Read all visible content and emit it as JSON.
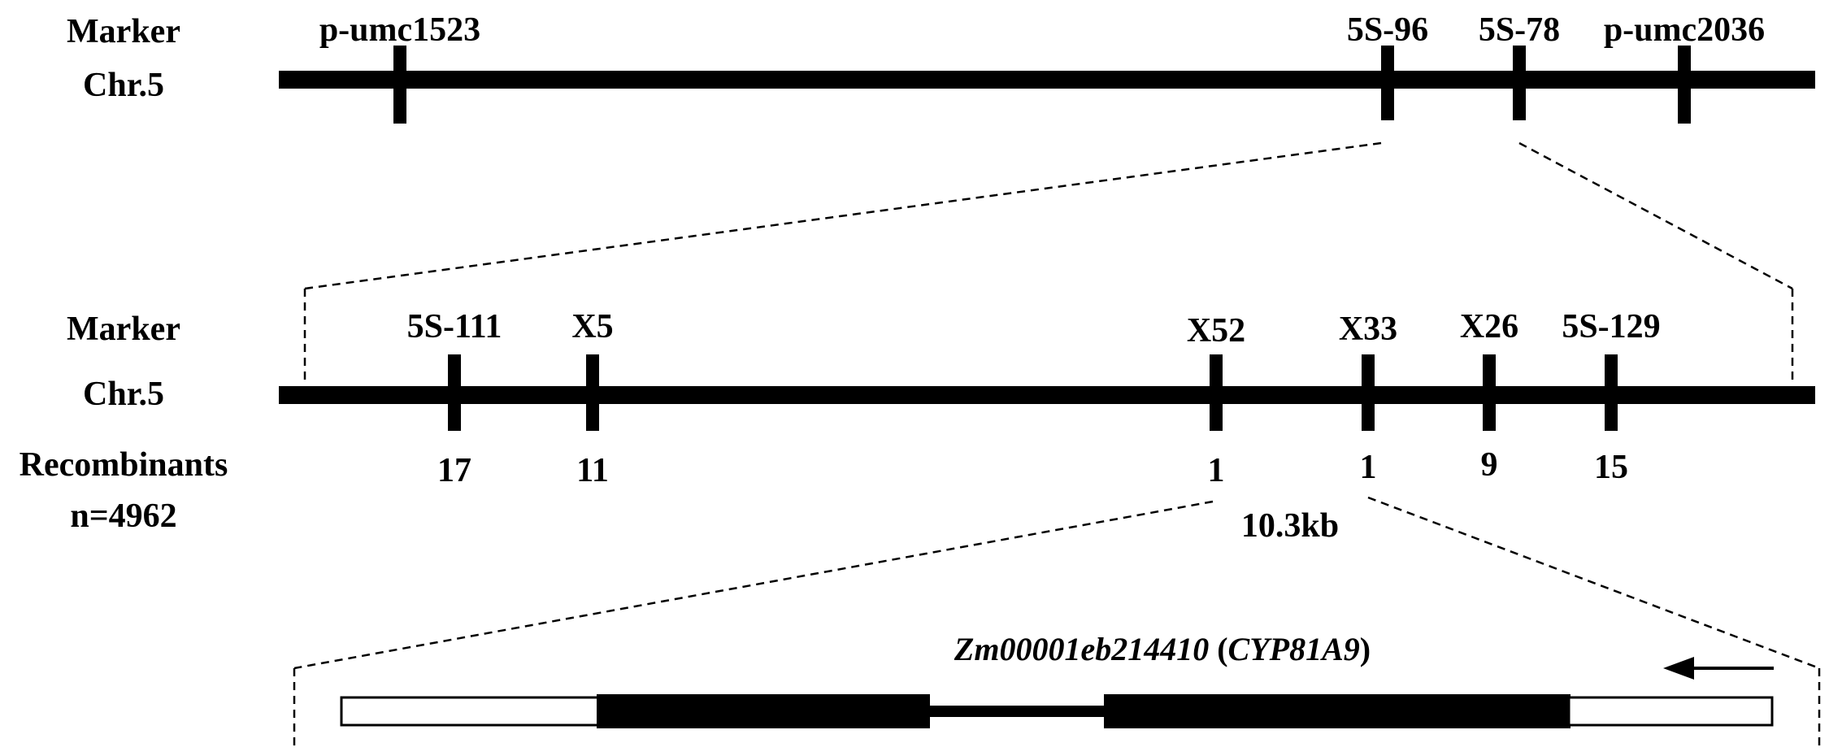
{
  "track1": {
    "row_label_marker": "Marker",
    "row_label_chr": "Chr.5",
    "markers": [
      "p-umc1523",
      "5S-96",
      "5S-78",
      "p-umc2036"
    ]
  },
  "track2": {
    "row_label_marker": "Marker",
    "row_label_chr": "Chr.5",
    "row_label_recomb": "Recombinants",
    "row_label_n": "n=4962",
    "markers": [
      "5S-111",
      "X5",
      "X52",
      "X33",
      "X26",
      "5S-129"
    ],
    "recombinants": [
      "17",
      "11",
      "1",
      "1",
      "9",
      "15"
    ],
    "interval_label": "10.3kb"
  },
  "gene": {
    "id": "Zm00001eb214410",
    "name": "CYP81A9",
    "open_paren": " (",
    "close_paren": ")",
    "direction": "reverse",
    "arrow_icon": "left-arrow-icon"
  },
  "colors": {
    "line": "#000000",
    "utr_fill": "#ffffff",
    "exon_fill": "#000000"
  }
}
